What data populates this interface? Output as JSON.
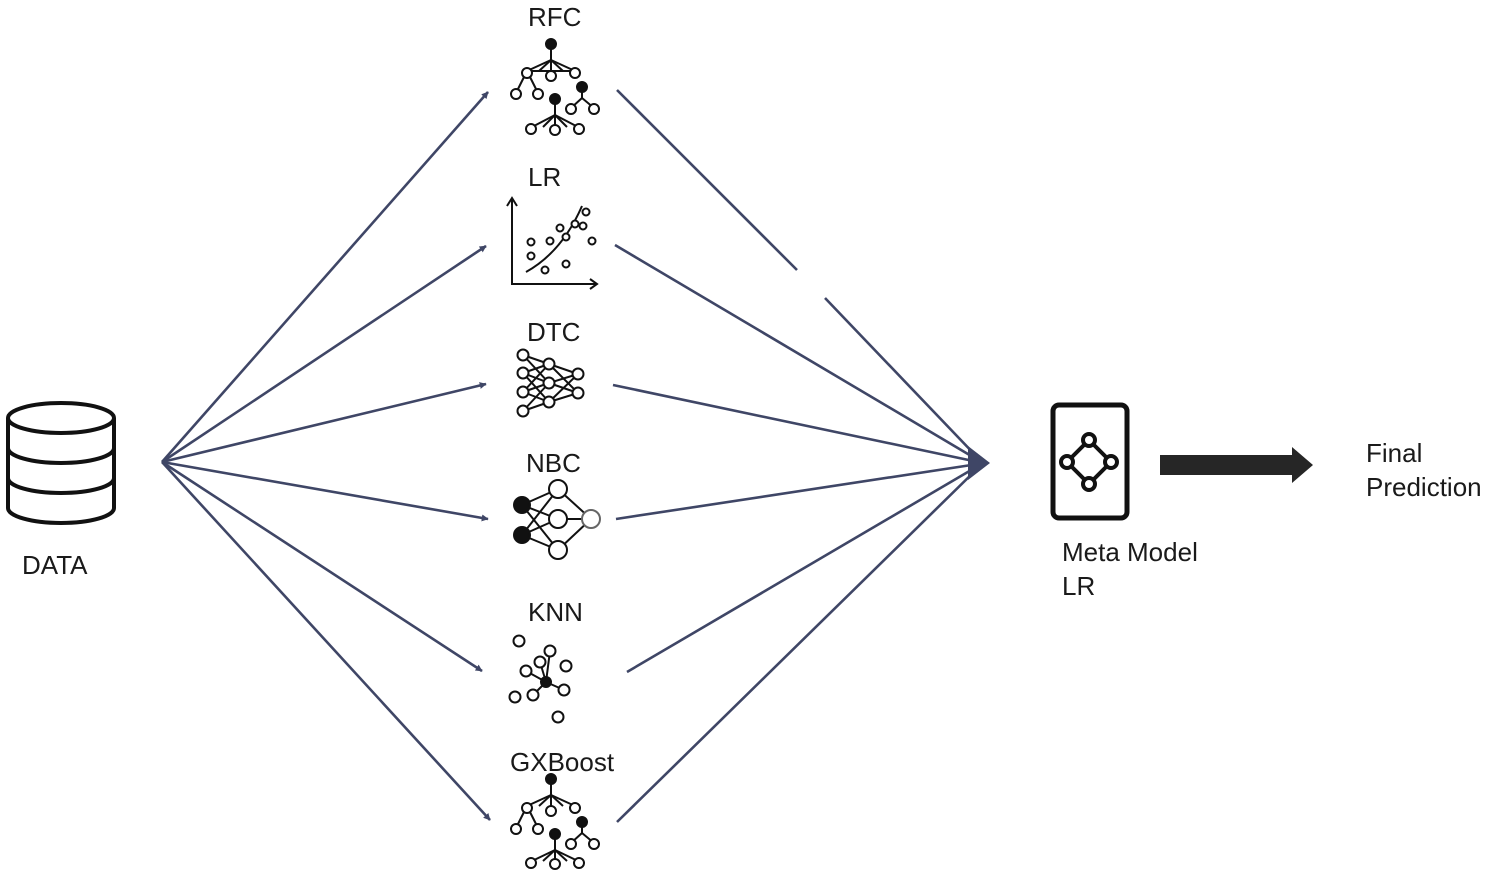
{
  "diagram": {
    "input_label": "DATA",
    "base_models": [
      {
        "label": "RFC",
        "icon": "random-forest-icon"
      },
      {
        "label": "LR",
        "icon": "regression-scatter-icon"
      },
      {
        "label": "DTC",
        "icon": "layered-network-icon"
      },
      {
        "label": "NBC",
        "icon": "neural-network-icon"
      },
      {
        "label": "KNN",
        "icon": "nearest-neighbors-icon"
      },
      {
        "label": "GXBoost",
        "icon": "boosted-trees-icon"
      }
    ],
    "meta_model": {
      "line1": "Meta Model",
      "line2": "LR",
      "icon": "meta-model-icon"
    },
    "output": {
      "line1": "Final",
      "line2": "Prediction"
    },
    "colors": {
      "edge": "#3f4666",
      "icon": "#111111",
      "big_arrow": "#262626"
    }
  }
}
